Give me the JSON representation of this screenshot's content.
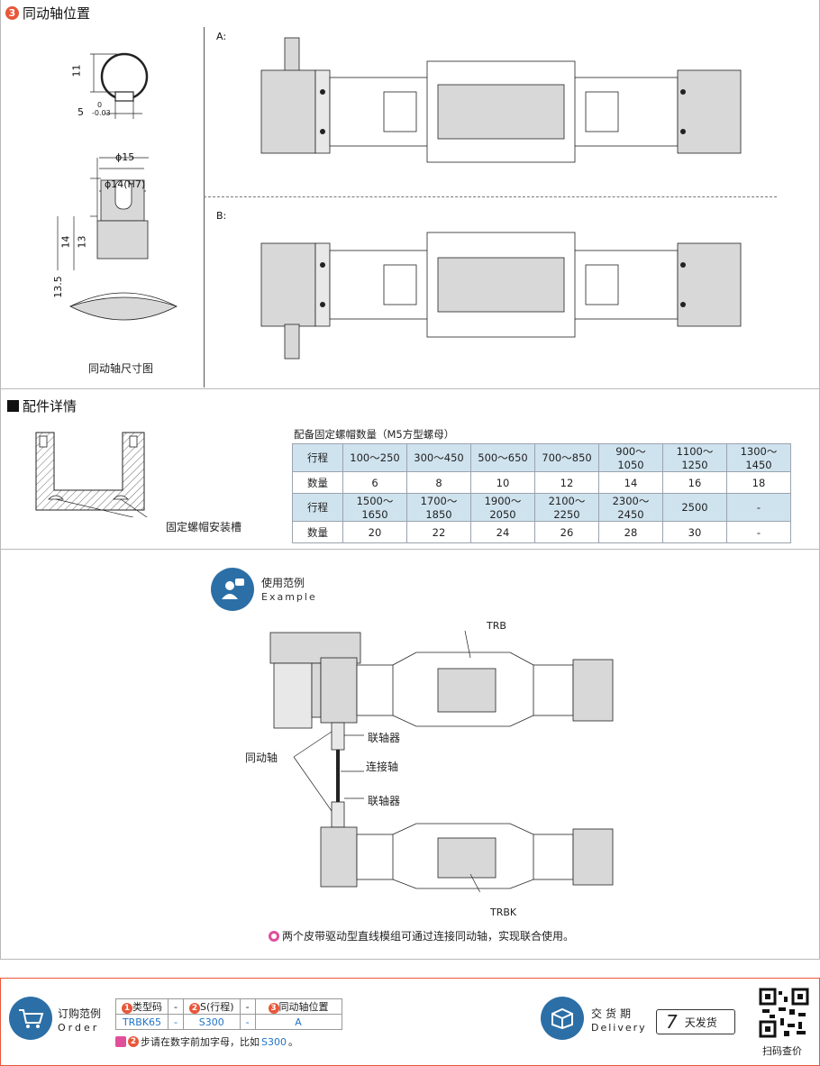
{
  "section3": {
    "number": "3",
    "title": "同动轴位置"
  },
  "dims": {
    "d11": "11",
    "d5": "5",
    "tol_top": "0",
    "tol_bot": "-0.03",
    "phi15": "ϕ15",
    "phi14": "ϕ14(H7)",
    "d14": "14",
    "d13": "13",
    "d135": "13.5",
    "caption": "同动轴尺寸图"
  },
  "views": {
    "a": "A:",
    "b": "B:"
  },
  "accessory": {
    "title": "配件详情",
    "slot_label": "固定螺帽安装槽",
    "table_title": "配备固定螺帽数量（M5方型螺母）",
    "rows": [
      [
        "行程",
        "100～250",
        "300～450",
        "500～650",
        "700～850",
        "900～1050",
        "1100～1250",
        "1300～1450"
      ],
      [
        "数量",
        "6",
        "8",
        "10",
        "12",
        "14",
        "16",
        "18"
      ],
      [
        "行程",
        "1500～1650",
        "1700～1850",
        "1900～2050",
        "2100～2250",
        "2300～2450",
        "2500",
        "-"
      ],
      [
        "数量",
        "20",
        "22",
        "24",
        "26",
        "28",
        "30",
        "-"
      ]
    ]
  },
  "example": {
    "title_cn": "使用范例",
    "title_en": "Example",
    "trb": "TRB",
    "trbk": "TRBK",
    "coupling1": "联轴器",
    "coupling2": "联轴器",
    "connect_shaft": "连接轴",
    "sync_shaft": "同动轴",
    "note": "两个皮带驱动型直线模组可通过连接同动轴，实现联合使用。"
  },
  "order": {
    "title_cn": "订购范例",
    "title_en": "Order",
    "headers": [
      {
        "num": "1",
        "label": "类型码"
      },
      {
        "sep": "-"
      },
      {
        "num": "2",
        "label": "S(行程)"
      },
      {
        "sep": "-"
      },
      {
        "num": "3",
        "label": "同动轴位置"
      }
    ],
    "values": [
      "TRBK65",
      "-",
      "S300",
      "-",
      "A"
    ],
    "note_num": "2",
    "note_text": "步请在数字前加字母，比如",
    "note_example": "S300",
    "note_end": "。"
  },
  "delivery": {
    "title_cn": "交货期",
    "title_en": "Delivery",
    "days": "7",
    "days_label": "天发货",
    "qr_label": "扫码查价"
  },
  "colors": {
    "accent": "#e8573a",
    "brand_blue": "#2c6fa6",
    "table_header": "#cfe3ef"
  }
}
